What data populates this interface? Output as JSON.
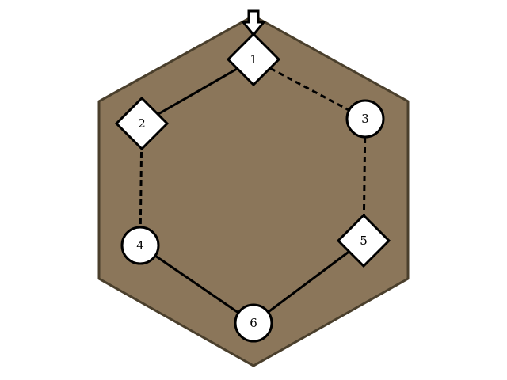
{
  "diagram": {
    "colors": {
      "board_fill": "#8b765a",
      "board_stroke": "#4a3f2c",
      "node_fill": "#ffffff",
      "node_stroke": "#000000",
      "edge": "#000000",
      "background": "#ffffff"
    },
    "start_marker": {
      "icon": "down-arrow-icon",
      "target": "1"
    },
    "nodes": [
      {
        "id": "1",
        "label": "1",
        "shape": "diamond"
      },
      {
        "id": "2",
        "label": "2",
        "shape": "diamond"
      },
      {
        "id": "3",
        "label": "3",
        "shape": "circle"
      },
      {
        "id": "4",
        "label": "4",
        "shape": "circle"
      },
      {
        "id": "5",
        "label": "5",
        "shape": "diamond"
      },
      {
        "id": "6",
        "label": "6",
        "shape": "circle"
      }
    ],
    "edges": [
      {
        "from": "1",
        "to": "2",
        "style": "solid"
      },
      {
        "from": "1",
        "to": "3",
        "style": "dashed"
      },
      {
        "from": "2",
        "to": "4",
        "style": "dashed"
      },
      {
        "from": "3",
        "to": "5",
        "style": "dashed"
      },
      {
        "from": "4",
        "to": "6",
        "style": "solid"
      },
      {
        "from": "5",
        "to": "6",
        "style": "solid"
      }
    ]
  }
}
